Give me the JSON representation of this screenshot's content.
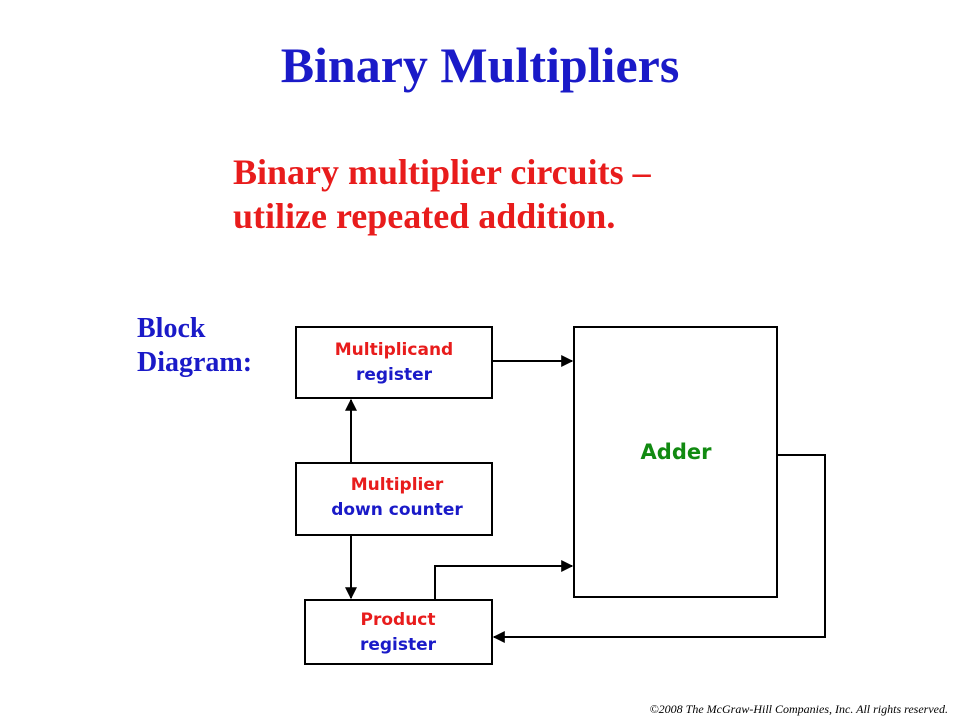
{
  "title": "Binary Multipliers",
  "subtitle": {
    "line1": "Binary multiplier circuits –",
    "line2": "utilize repeated addition."
  },
  "block_label": {
    "line1": "Block",
    "line2": "Diagram:"
  },
  "blocks": {
    "multiplicand": {
      "line1": "Multiplicand",
      "line2": "register"
    },
    "multiplier": {
      "line1": "Multiplier",
      "line2": "down counter"
    },
    "product": {
      "line1": "Product",
      "line2": "register"
    },
    "adder": {
      "label": "Adder"
    }
  },
  "copyright": "©2008 The McGraw-Hill Companies, Inc. All rights reserved.",
  "colors": {
    "title": "#1a1ac8",
    "subtitle": "#e81c1c",
    "block_label": "#1a1ac8",
    "red_text": "#e81c1c",
    "blue_text": "#1a1ac8",
    "green_text": "#118a11",
    "line": "#000000"
  }
}
